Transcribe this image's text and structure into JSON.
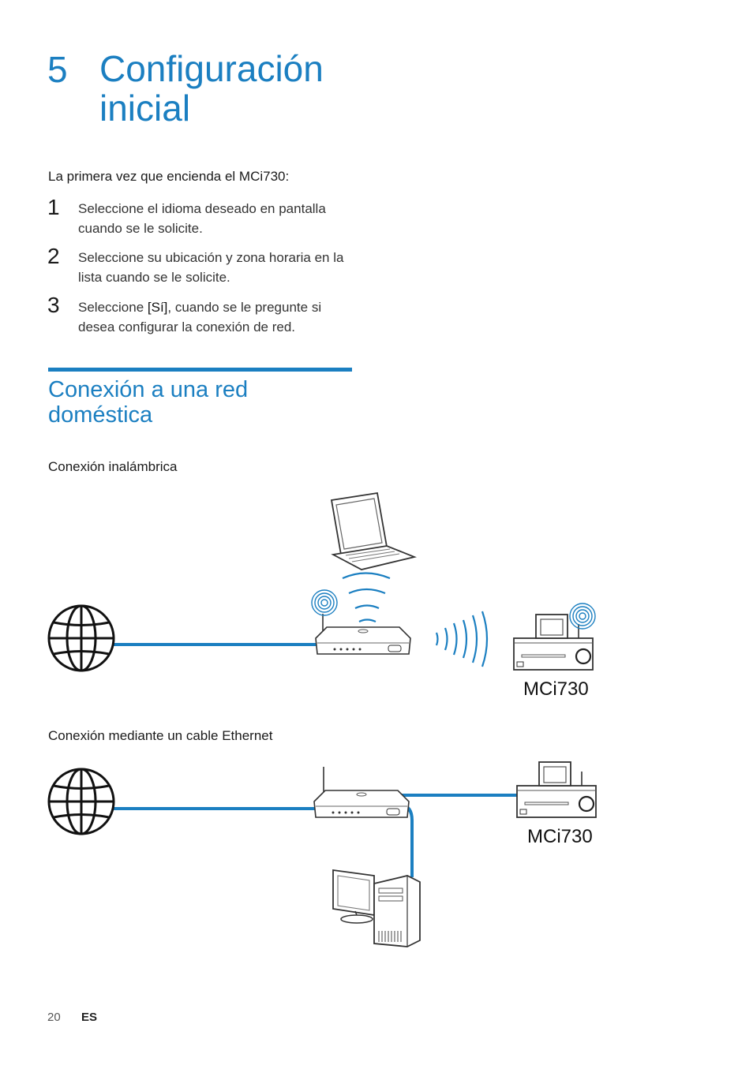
{
  "chapter": {
    "number": "5",
    "title": "Configuración inicial"
  },
  "intro": "La primera vez que encienda el MCi730:",
  "steps": [
    {
      "num": "1",
      "text": "Seleccione el idioma deseado en pantalla cuando se le solicite."
    },
    {
      "num": "2",
      "text": "Seleccione su ubicación y zona horaria en la lista cuando se le solicite."
    },
    {
      "num": "3",
      "pre": "Seleccione ",
      "highlight": "[Sí]",
      "post": ", cuando se le pregunte si desea configurar la conexión de red."
    }
  ],
  "section": {
    "title": "Conexión a una red doméstica"
  },
  "wireless": {
    "heading": "Conexión inalámbrica",
    "device_label": "MCi730"
  },
  "wired": {
    "heading": "Conexión mediante un cable Ethernet",
    "device_label": "MCi730"
  },
  "footer": {
    "page": "20",
    "lang": "ES"
  },
  "colors": {
    "accent": "#1b7fc1"
  }
}
